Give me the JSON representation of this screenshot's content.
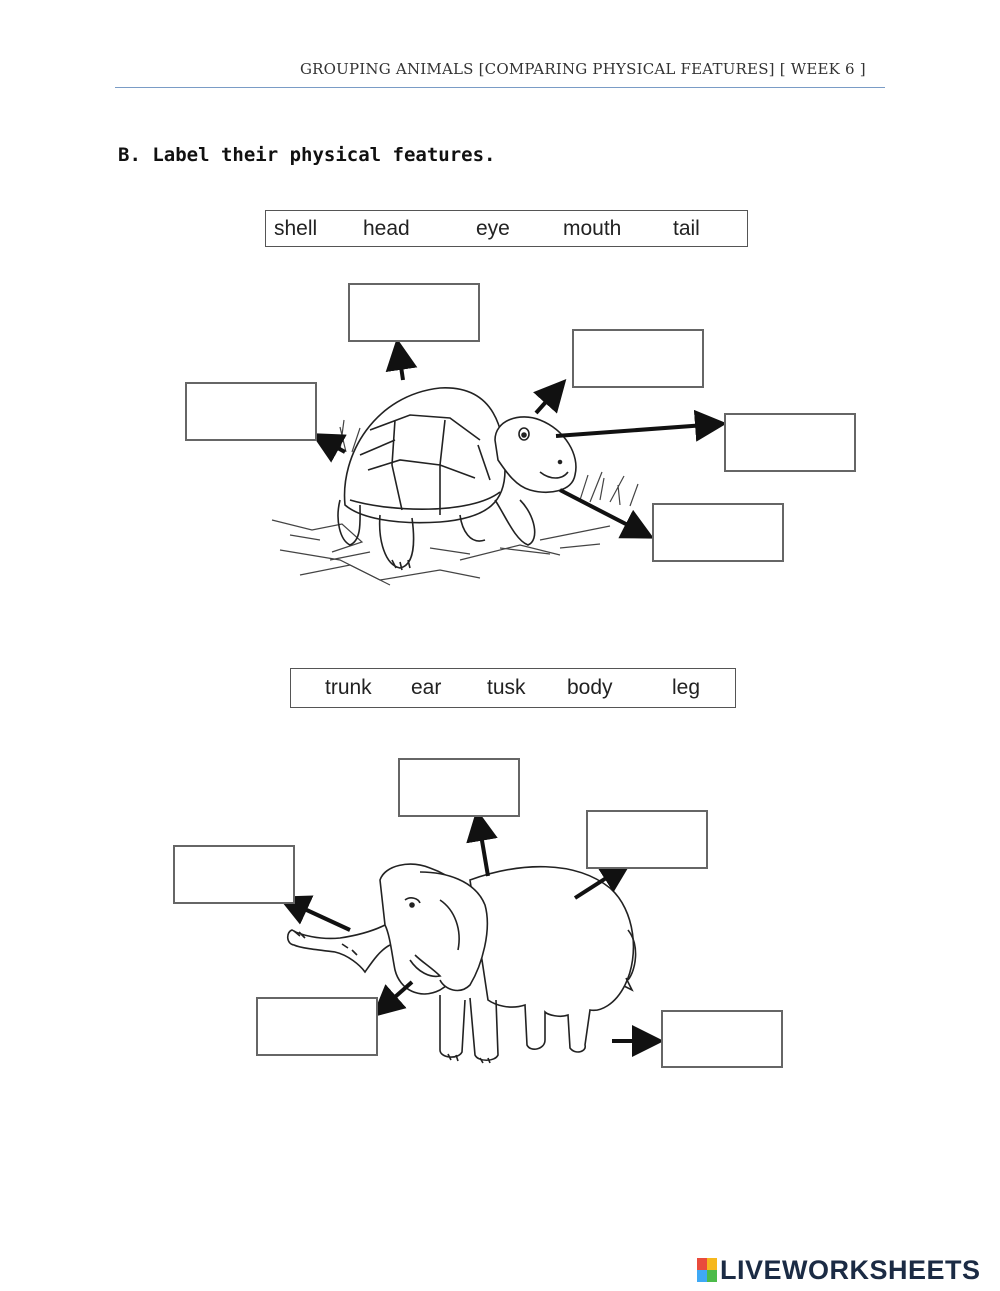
{
  "header": {
    "title": "GROUPING ANIMALS [COMPARING PHYSICAL FEATURES] [ WEEK 6 ]"
  },
  "section": {
    "title": "B. Label their physical features."
  },
  "turtle_wordbank": {
    "words": [
      "shell",
      "head",
      "eye",
      "mouth",
      "tail"
    ]
  },
  "elephant_wordbank": {
    "words": [
      "trunk",
      "ear",
      "tusk",
      "body",
      "leg"
    ]
  },
  "turtle_answers": [
    "",
    "",
    "",
    "",
    ""
  ],
  "elephant_answers": [
    "",
    "",
    "",
    "",
    ""
  ],
  "footer": {
    "brand": "LIVEWORKSHEETS"
  },
  "colors": {
    "rule": "#7a9cc6",
    "brand": "#1b2b44"
  }
}
